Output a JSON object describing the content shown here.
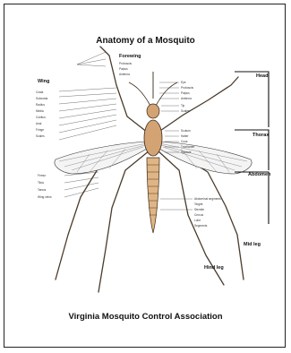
{
  "title": "Anatomy of a Mosquito",
  "footer": "Virginia Mosquito Control Association",
  "labels": {
    "forewing": "Forewing",
    "wing": "Wing",
    "head": "Head",
    "thorax": "Thorax",
    "abdomen": "Abdomen",
    "mid_leg": "Mid leg",
    "hind_leg": "Hind leg",
    "prob": "Proboscis",
    "pal": "Palpus",
    "ant": "Antenna",
    "eye": "Eye",
    "fem": "Femur",
    "tib": "Tibia",
    "tars": "Tarsus",
    "scu": "Scutum",
    "halt": "Halter",
    "cos": "Costa",
    "sub": "Subcosta",
    "rad": "Radius",
    "med": "Media",
    "cub": "Cubitus",
    "anal": "Anal",
    "fring": "Fringe",
    "seg": "Segments",
    "ster": "Sternite",
    "terg": "Tergite",
    "cerc": "Cercus",
    "spir": "Spiracle",
    "lob": "Lobe",
    "wingv": "Wing veins",
    "scal": "Scales",
    "cox": "Coxa",
    "troch": "Trochanter",
    "abd_seg": "Abdominal segments",
    "tip": "Tip"
  },
  "colors": {
    "body": "#d4a373",
    "outline": "#3a2a1a",
    "leg": "#4a3b2c",
    "wing_fill": "#f4f4f4",
    "bracket": "#111111"
  }
}
